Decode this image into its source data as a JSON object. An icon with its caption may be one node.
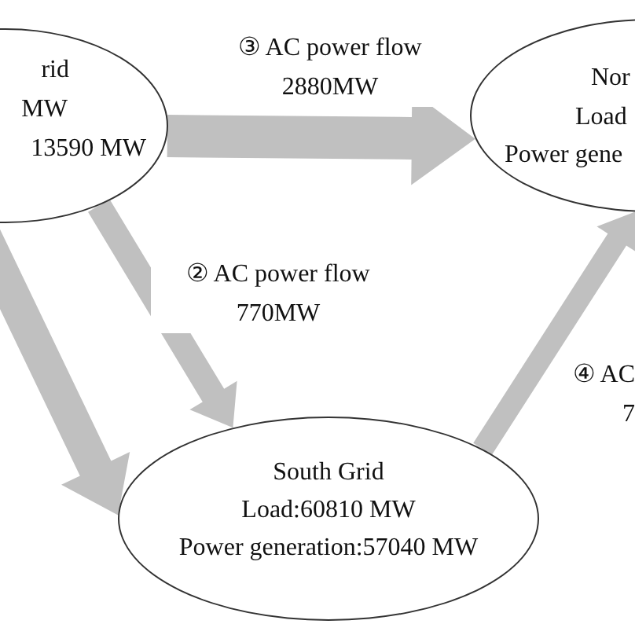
{
  "diagram": {
    "nodes": [
      {
        "text": [
          "rid",
          "MW",
          "13590 MW"
        ]
      },
      {
        "text": [
          "Nor",
          "Load",
          "Power gene"
        ]
      },
      {
        "text": [
          "South Grid",
          "Load:60810 MW",
          "Power generation:57040 MW"
        ]
      }
    ],
    "edges": [
      {
        "from": 0,
        "to": 1,
        "arrow": "to",
        "label": "③ AC power flow 2880MW"
      },
      {
        "from": 0,
        "to": 2,
        "arrow": "to",
        "label": "② AC power flow 770MW"
      },
      {
        "from": 0,
        "to": 2,
        "arrow": "to"
      },
      {
        "from": 2,
        "to": 1,
        "arrow": "to",
        "label": "④ AC 7"
      }
    ]
  }
}
